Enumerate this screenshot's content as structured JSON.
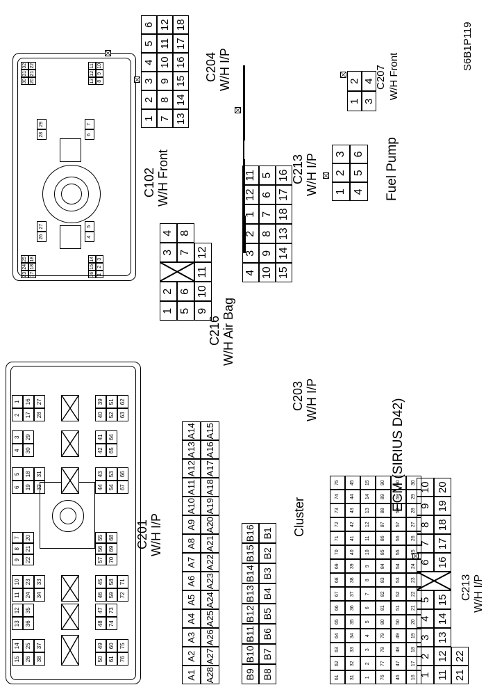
{
  "figure_id": "S6B1P119",
  "connectors": {
    "c102": {
      "code": "C102",
      "name": "W/H Front",
      "blocks": [
        [
          "23",
          "24",
          "25",
          "17",
          "18",
          "18"
        ],
        [
          "16",
          "15",
          "14",
          "1",
          "2",
          "3"
        ],
        [
          "26",
          "27"
        ],
        [
          "4",
          "5"
        ],
        [
          "28",
          "29"
        ],
        [
          "6",
          "7"
        ],
        [
          "30",
          "31",
          "32",
          "20",
          "21",
          "22"
        ],
        [
          "13",
          "12",
          "11",
          "8",
          "9",
          "10"
        ]
      ]
    },
    "c201": {
      "code": "C201",
      "name": "W/H I/P",
      "blocks": [
        [
          "15",
          "14",
          "26",
          "25",
          "38",
          "37"
        ],
        [
          "13",
          "12",
          "36",
          "35"
        ],
        [
          "11",
          "10",
          "24",
          "23",
          "34",
          "33"
        ],
        [
          "9",
          "8",
          "7",
          "22",
          "21",
          "20"
        ],
        [
          "6",
          "5",
          "19",
          "18",
          "32",
          "31"
        ],
        [
          "4",
          "3",
          "30",
          "29"
        ],
        [
          "2",
          "1",
          "17",
          "16",
          "28",
          "27"
        ],
        [
          "50",
          "49",
          "61",
          "60",
          "76",
          "75"
        ],
        [
          "48",
          "47",
          "74",
          "73"
        ],
        [
          "46",
          "45",
          "59",
          "58",
          "72",
          "71"
        ],
        [
          "57",
          "56",
          "55",
          "70",
          "69",
          "68"
        ],
        [
          "44",
          "43",
          "54",
          "53",
          "67",
          "66"
        ],
        [
          "42",
          "41",
          "65",
          "64"
        ],
        [
          "40",
          "39",
          "52",
          "51",
          "63",
          "62"
        ]
      ]
    },
    "c204": {
      "code": "C204",
      "name": "W/H I/P",
      "pins": [
        "1",
        "2",
        "3",
        "4",
        "5",
        "6",
        "7",
        "8",
        "9",
        "10",
        "11",
        "12",
        "13",
        "14",
        "15",
        "16",
        "17",
        "18"
      ]
    },
    "c213_top": {
      "code": "C213",
      "name": "W/H I/P",
      "pins": [
        "1",
        "2",
        "3",
        "4",
        "5",
        "",
        "6",
        "7",
        "8",
        "9",
        "10",
        "11",
        "12",
        "13",
        "14",
        "15",
        "16",
        "17",
        "18",
        "19",
        "20"
      ]
    },
    "c207": {
      "code": "C207",
      "name": "W/H Front",
      "pins": [
        "1",
        "2",
        "3",
        "4"
      ]
    },
    "fuel_pump": {
      "name": "Fuel Pump",
      "pins": [
        "1",
        "2",
        "3",
        "4",
        "5",
        "6"
      ]
    },
    "c216": {
      "code": "C216",
      "name": "W/H Air Bag",
      "pins": [
        "1",
        "2",
        "",
        "3",
        "4",
        "5",
        "6",
        "7",
        "8",
        "9",
        "10",
        "11",
        "12"
      ]
    },
    "c203": {
      "code": "C203",
      "name": "W/H I/P",
      "pins": [
        "4",
        "3",
        "2",
        "1",
        "12",
        "11",
        "10",
        "9",
        "8",
        "7",
        "6",
        "5",
        "15",
        "14",
        "13",
        "18",
        "17",
        "16"
      ]
    },
    "a_plug": {
      "pins": [
        "A1",
        "A2",
        "A3",
        "A4",
        "A5",
        "A6",
        "A7",
        "A8",
        "A9",
        "A10",
        "A11",
        "A12",
        "A13",
        "A14",
        "A28",
        "A27",
        "A26",
        "A25",
        "A24",
        "A23",
        "A22",
        "A21",
        "A20",
        "A19",
        "A18",
        "A17",
        "A16",
        "A15"
      ]
    },
    "cluster": {
      "name": "Cluster",
      "pins": [
        "B9",
        "B10",
        "B11",
        "B12",
        "B13",
        "B14",
        "B15",
        "B16",
        "B8",
        "B7",
        "B6",
        "B5",
        "B4",
        "B3",
        "B2",
        "B1"
      ]
    },
    "ecm": {
      "name": "ECM (SIRIUS D42)",
      "pins": [
        "61",
        "62",
        "63",
        "64",
        "65",
        "66",
        "67",
        "68",
        "69",
        "70",
        "71",
        "72",
        "73",
        "74",
        "75",
        "31",
        "32",
        "33",
        "34",
        "35",
        "36",
        "37",
        "38",
        "39",
        "40",
        "41",
        "42",
        "43",
        "44",
        "45",
        "1",
        "2",
        "3",
        "4",
        "5",
        "6",
        "7",
        "8",
        "9",
        "10",
        "11",
        "12",
        "13",
        "14",
        "15",
        "76",
        "77",
        "78",
        "79",
        "80",
        "81",
        "82",
        "83",
        "84",
        "85",
        "86",
        "87",
        "88",
        "89",
        "90",
        "46",
        "47",
        "48",
        "49",
        "50",
        "51",
        "52",
        "53",
        "54",
        "55",
        "56",
        "57",
        "58",
        "59",
        "60",
        "16",
        "17",
        "18",
        "19",
        "20",
        "21",
        "22",
        "23",
        "24",
        "25",
        "26",
        "27",
        "28",
        "29",
        "30"
      ]
    },
    "c213_bottom": {
      "code": "C213",
      "name": "W/H I/P",
      "pins": [
        "1",
        "2",
        "3",
        "4",
        "5",
        "",
        "6",
        "7",
        "8",
        "9",
        "10",
        "11",
        "12",
        "13",
        "14",
        "15",
        "16",
        "17",
        "18",
        "19",
        "20",
        "21",
        "22"
      ]
    }
  }
}
